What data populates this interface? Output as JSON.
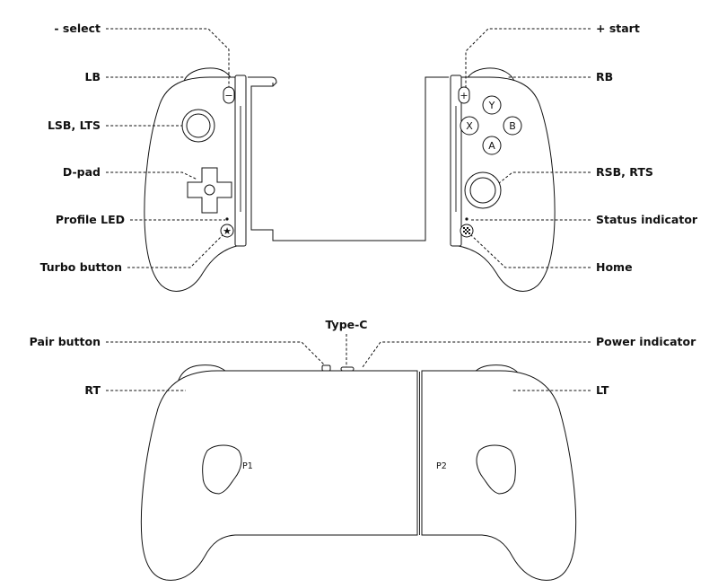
{
  "front_view": {
    "labels": {
      "select": "- select",
      "lb": "LB",
      "lsb_lts": "LSB, LTS",
      "dpad": "D-pad",
      "profile_led": "Profile LED",
      "turbo": "Turbo button",
      "start": "+ start",
      "rb": "RB",
      "rsb_rts": "RSB, RTS",
      "status": "Status indicator",
      "home": "Home"
    },
    "face_buttons": {
      "y": "Y",
      "x": "X",
      "b": "B",
      "a": "A",
      "minus": "−",
      "plus": "+"
    }
  },
  "back_view": {
    "labels": {
      "pair": "Pair button",
      "typec": "Type-C",
      "power": "Power indicator",
      "rt": "RT",
      "lt": "LT"
    },
    "paddles": {
      "p1": "P1",
      "p2": "P2"
    }
  }
}
